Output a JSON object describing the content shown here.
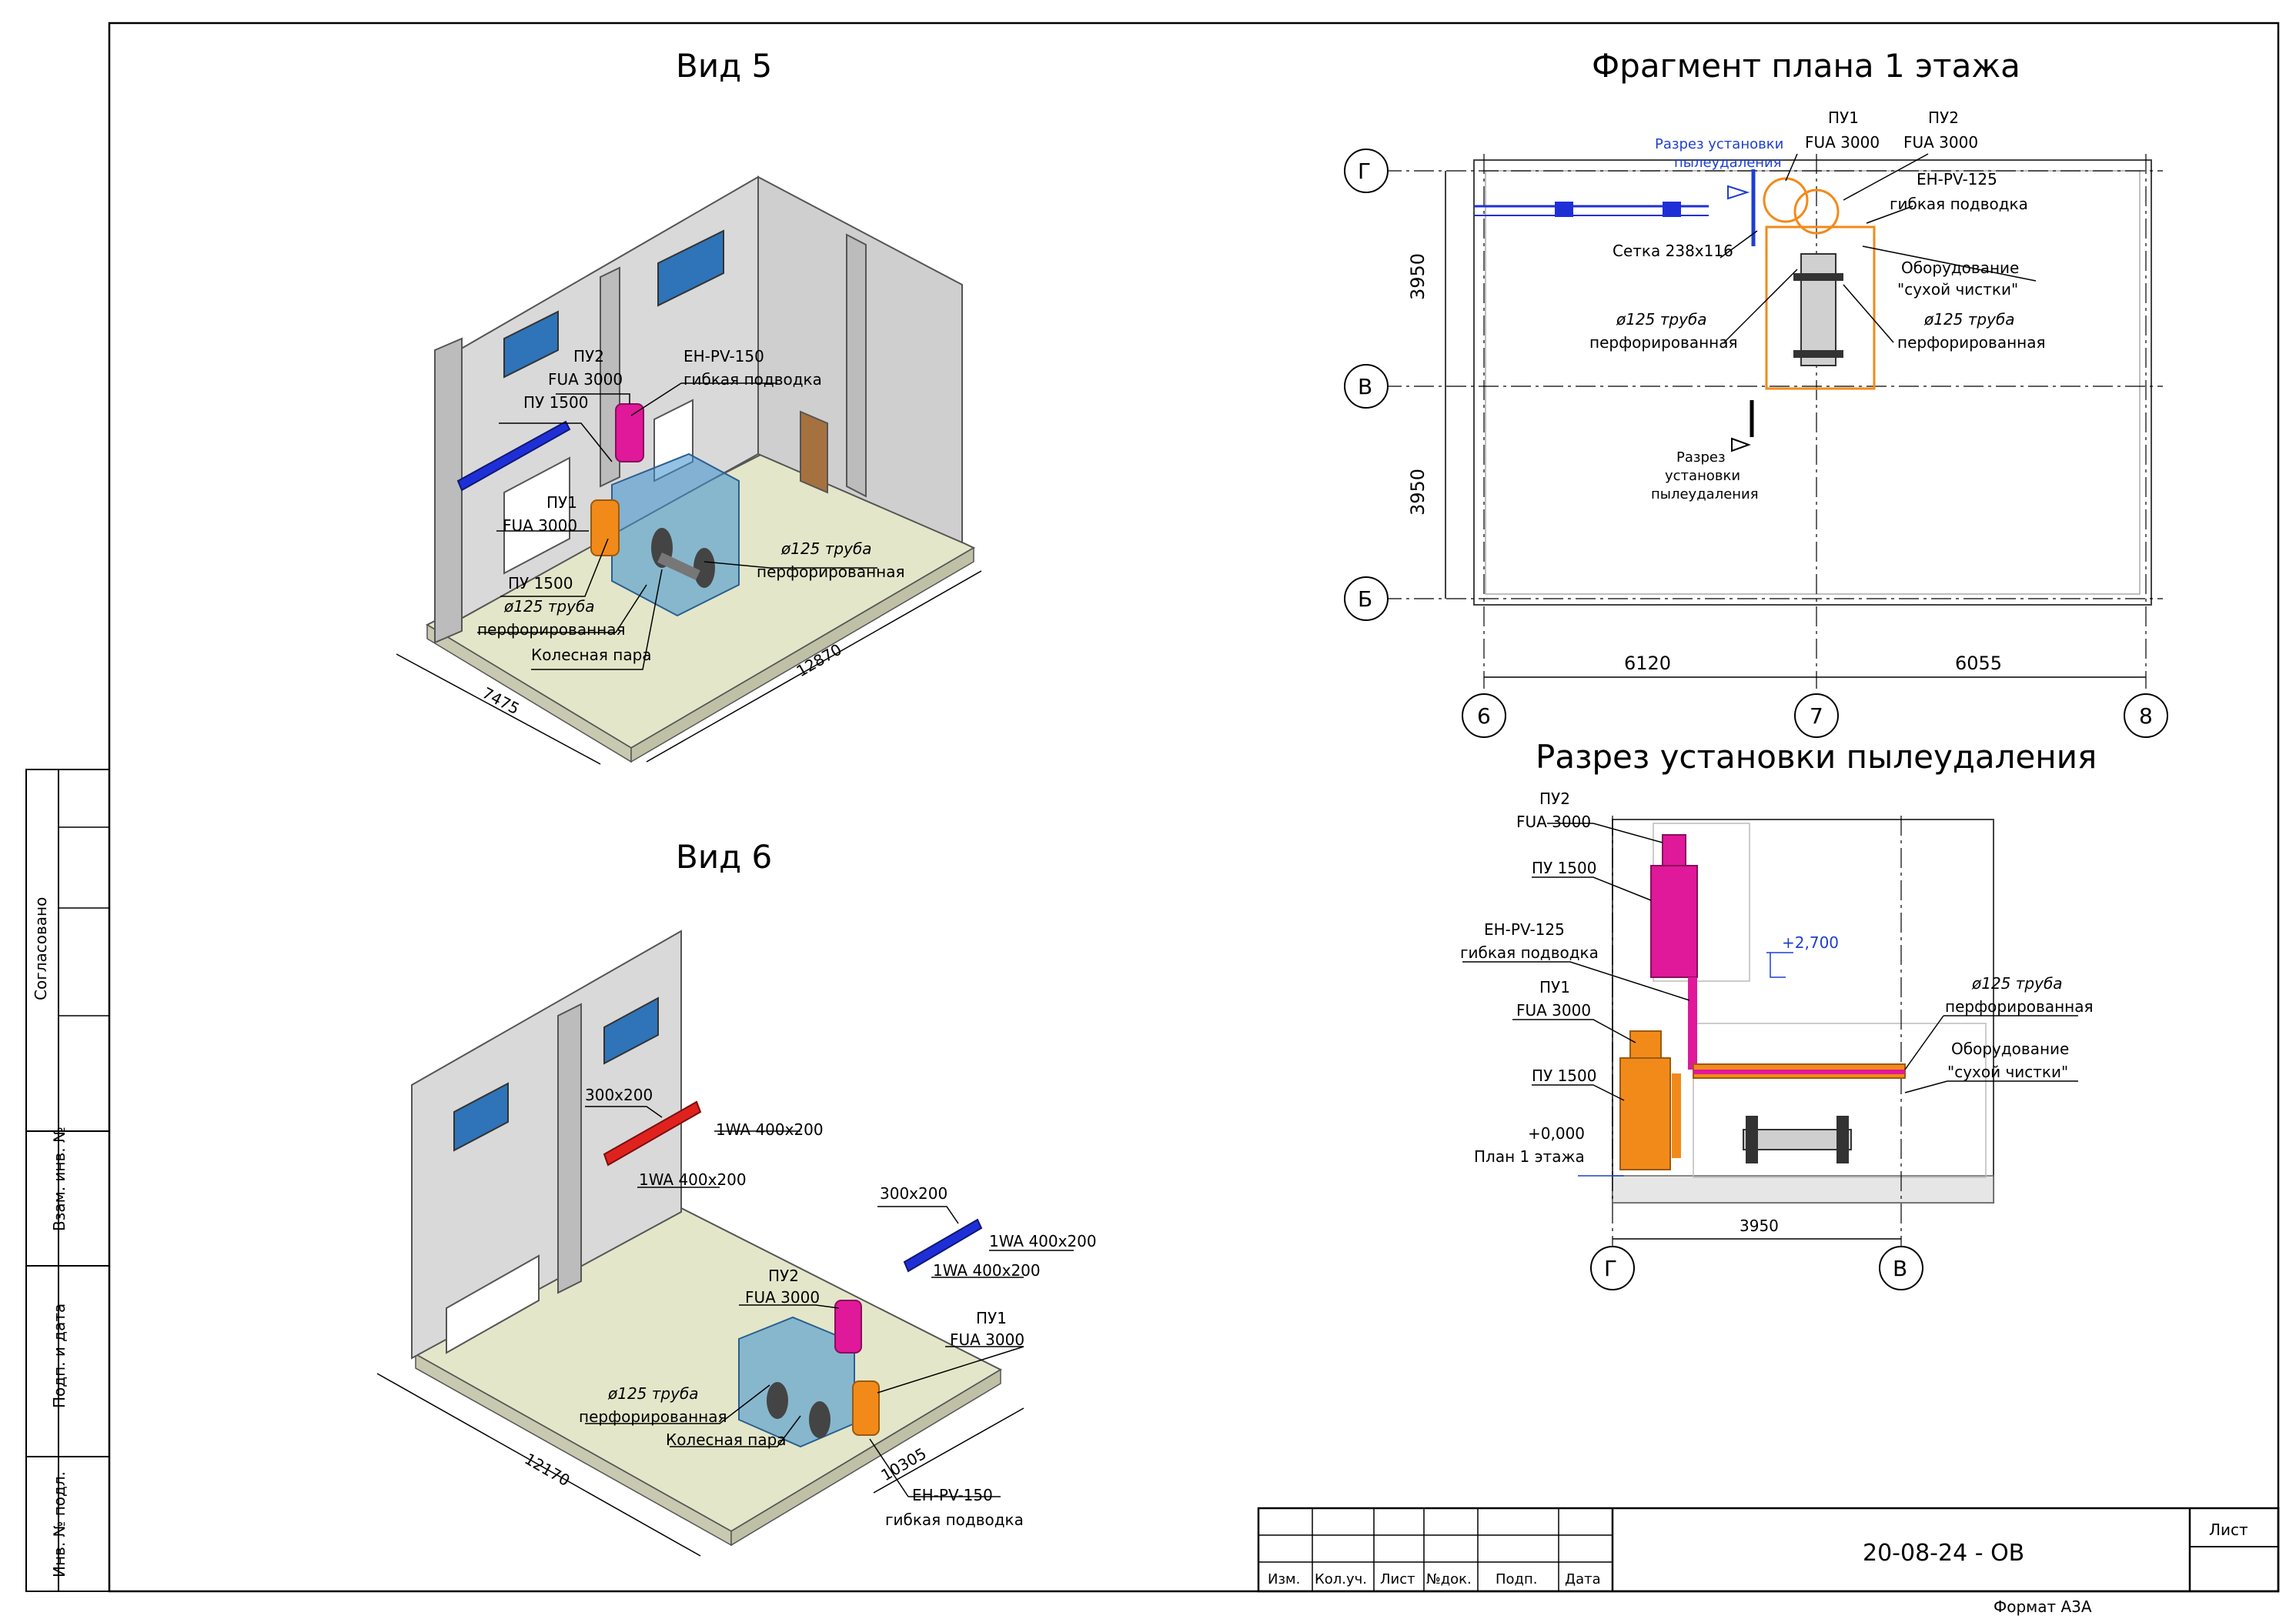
{
  "sheet": {
    "side_stamp": [
      "Согласовано",
      "Взам. инв. №",
      "Подп. и дата",
      "Инв. № подл."
    ],
    "drawing_code": "20-08-24 - ОВ",
    "sheet_label": "Лист",
    "title_block_headers": [
      "Изм.",
      "Кол.уч.",
      "Лист",
      "№док.",
      "Подп.",
      "Дата"
    ],
    "format": "Формат А3А"
  },
  "view5": {
    "title": "Вид 5",
    "labels": {
      "pu2": "ПУ2",
      "fua3000_a": "FUA 3000",
      "eh_pv_150": "EH-PV-150",
      "flex_hose": "гибкая подводка",
      "pu1500_top": "ПУ 1500",
      "pu1": "ПУ1",
      "fua3000_b": "FUA 3000",
      "pu1500_bottom": "ПУ 1500",
      "pipe_left_1": "ø125 труба",
      "pipe_left_2": "перфорированная",
      "wheelset": "Колесная пара",
      "pipe_right_1": "ø125 труба",
      "pipe_right_2": "перфорированная"
    },
    "dims": {
      "width": "7475",
      "length": "12870"
    }
  },
  "view6": {
    "title": "Вид 6",
    "labels": {
      "d300x200_a": "300х200",
      "wa_a1": "1WA 400x200",
      "wa_a2": "1WA 400x200",
      "d300x200_b": "300х200",
      "wa_b1": "1WA 400x200",
      "wa_b2": "1WA 400x200",
      "pu2": "ПУ2",
      "fua3000_a": "FUA 3000",
      "pu1": "ПУ1",
      "fua3000_b": "FUA 3000",
      "pipe_1": "ø125 труба",
      "pipe_2": "перфорированная",
      "wheelset": "Колесная пара",
      "eh_pv_150": "EH-PV-150",
      "flex_hose": "гибкая подводка"
    },
    "dims": {
      "width": "12170",
      "length": "10305"
    }
  },
  "plan": {
    "title": "Фрагмент плана 1 этажа",
    "axes_rows": [
      "Г",
      "В",
      "Б"
    ],
    "axes_cols": [
      "6",
      "7",
      "8"
    ],
    "dims": {
      "h1": "3950",
      "h2": "3950",
      "w1": "6120",
      "w2": "6055"
    },
    "labels": {
      "section_ref_1": "Разрез установки",
      "section_ref_2": "пылеудаления",
      "pu1": "ПУ1",
      "fua3000_a": "FUA 3000",
      "pu2": "ПУ2",
      "fua3000_b": "FUA 3000",
      "eh_pv_125": "EH-PV-125",
      "flex_hose": "гибкая подводка",
      "grille": "Сетка 238х116",
      "equip_1": "Оборудование",
      "equip_2": "\"сухой чистки\"",
      "pipe_left_1": "ø125 труба",
      "pipe_left_2": "перфорированная",
      "pipe_right_1": "ø125 труба",
      "pipe_right_2": "перфорированная",
      "cut_1": "Разрез",
      "cut_2": "установки",
      "cut_3": "пылеудаления"
    }
  },
  "section": {
    "title": "Разрез установки пылеудаления",
    "labels": {
      "pu2": "ПУ2",
      "fua3000_a": "FUA 3000",
      "pu1500_a": "ПУ 1500",
      "eh_pv_125": "EH-PV-125",
      "flex_hose": "гибкая подводка",
      "pu1": "ПУ1",
      "fua3000_b": "FUA 3000",
      "pu1500_b": "ПУ 1500",
      "level_zero": "+0,000",
      "level_zero_name": "План 1 этажа",
      "level_top": "+2,700",
      "pipe_1": "ø125 труба",
      "pipe_2": "перфорированная",
      "equip_1": "Оборудование",
      "equip_2": "\"сухой чистки\""
    },
    "dim": "3950",
    "axes": [
      "Г",
      "В"
    ]
  },
  "colors": {
    "magenta": "#e0189a",
    "orange": "#f28a1a",
    "blue_duct": "#1f2fd8",
    "red_duct": "#e0221e",
    "floor": "#e4e6c9",
    "wall": "#d9d9d9",
    "glass": "#2f8fd0",
    "annot_blue": "#1e3fd0"
  }
}
